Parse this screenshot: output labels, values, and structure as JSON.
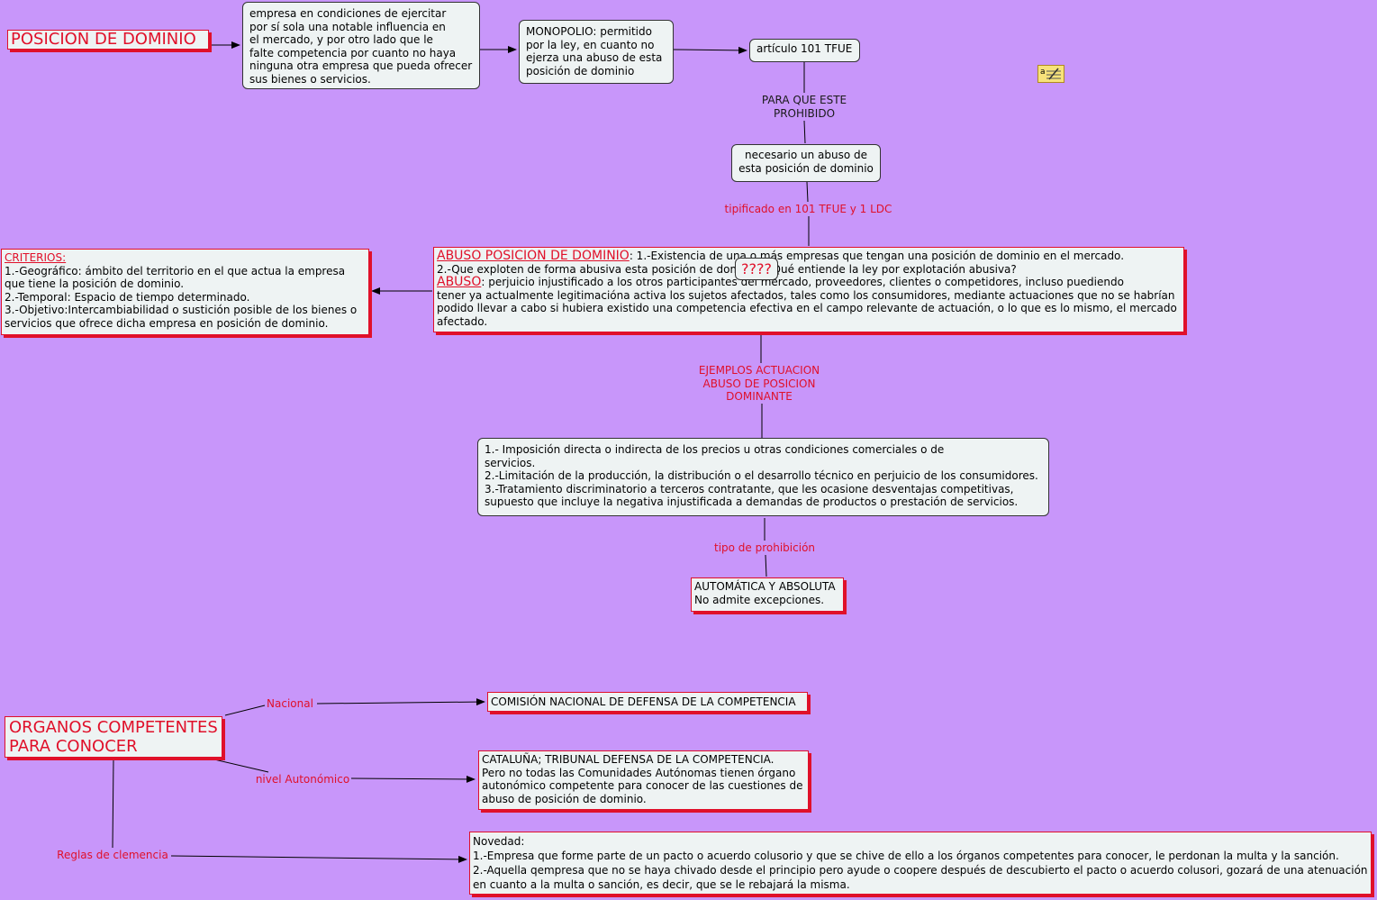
{
  "titles": {
    "posicion_dominio": "POSICION DE DOMINIO",
    "organos": "ORGANOS COMPETENTES\nPARA CONOCER"
  },
  "nodes": {
    "empresa": "empresa en condiciones de ejercitar\npor sí sola una notable influencia en\nel mercado, y por otro lado que le\nfalte competencia por cuanto no haya\nninguna otra empresa que pueda ofrecer\nsus bienes o servicios.",
    "monopolio": "MONOPOLIO: permitido\npor la ley, en cuanto no\nejerza una abuso de esta\nposición de dominio",
    "articulo": "artículo 101 TFUE",
    "necesario": "necesario un abuso de\nesta posición de dominio",
    "abuso_header": "ABUSO POSICION DE DOMINIO",
    "abuso_line1": ": 1.-Existencia de una o más empresas que tengan una posición de dominio en el mercado.",
    "abuso_line2": "2.-Que exploten de forma abusiva esta posición de dominio. ¿Qué entiende la ley por explotación abusiva?",
    "abuso_sub": "ABUSO",
    "abuso_line3": ": perjuicio injustificado a los otros participantes del mercado, proveedores, clientes o competidores, incluso puediendo\ntener ya actualmente legitimacióna activa los sujetos afectados, tales como los consumidores, mediante actuaciones que no se habrían\npodido llevar a cabo si hubiera existido una competencia efectiva en el campo relevante de actuación, o lo que es lo mismo, el mercado\nafectado.",
    "question": "????",
    "criterios_header": "CRITERIOS:",
    "criterios_body": "1.-Geográfico: ámbito del territorio en el que actua la empresa\nque tiene la posición de dominio.\n2.-Temporal: Espacio de tiempo determinado.\n3.-Objetivo:Intercambiabilidad o sustición posible de los bienes o\nservicios que ofrece dicha empresa en posición de dominio.",
    "ejemplos": "1.- Imposición directa o indirecta de los precios  u otras condiciones comerciales o de\nservicios.\n2.-Limitación de la producción, la distribución o el desarrollo técnico en perjuicio de los consumidores.\n3.-Tratamiento discriminatorio a terceros contratante, que les ocasione desventajas competitivas,\nsupuesto que incluye la negativa injustificada a demandas de productos o prestación de servicios.",
    "automatica": "AUTOMÁTICA Y ABSOLUTA\nNo admite excepciones.",
    "cncc": "COMISIÓN NACIONAL DE DEFENSA DE LA COMPETENCIA",
    "cataluna": "CATALUÑA; TRIBUNAL DEFENSA DE LA COMPETENCIA.\nPero no todas las Comunidades Autónomas tienen órgano\nautonómico competente para conocer de las cuestiones de\nabuso de posición de dominio.",
    "novedad": "Novedad:\n1.-Empresa que forme parte de un pacto o acuerdo colusorio y que se chive de ello a los órganos competentes para conocer, le perdonan la multa y la sanción.\n2.-Aquella qempresa que no se haya chivado desde el principio pero ayude o coopere después de descubierto el pacto o acuerdo colusori, gozará de una atenuación\nen cuanto a la multa o sanción, es decir, que se le rebajará la misma."
  },
  "labels": {
    "para_que": "PARA QUE ESTE\nPROHIBIDO",
    "tipificado": "tipificado en 101 TFUE y 1 LDC",
    "ejemplos_act": "EJEMPLOS ACTUACION\nABUSO DE POSICION\nDOMINANTE",
    "tipo_prohibicion": "tipo de prohibición",
    "nacional": "Nacional",
    "autonomico": "nivel Autonómico",
    "clemencia": "Reglas de clemencia"
  },
  "icons": {
    "note": "note-icon"
  },
  "colors": {
    "background": "#c896fa",
    "accent": "#e0102a",
    "node_fill": "#eef3f3"
  }
}
